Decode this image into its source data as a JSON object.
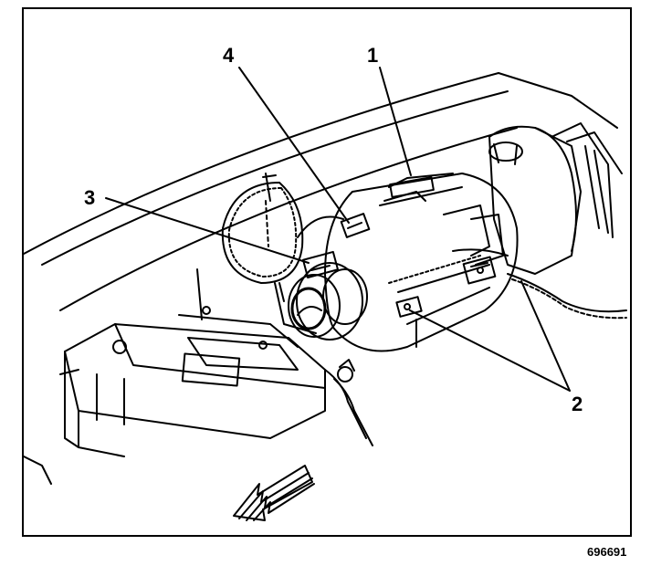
{
  "diagram": {
    "callouts": {
      "c1": "1",
      "c2": "2",
      "c3": "3",
      "c4": "4"
    },
    "figure_id": "696691",
    "colors": {
      "line": "#000000",
      "background": "#ffffff"
    },
    "direction_arrow": "front-arrow-icon"
  }
}
